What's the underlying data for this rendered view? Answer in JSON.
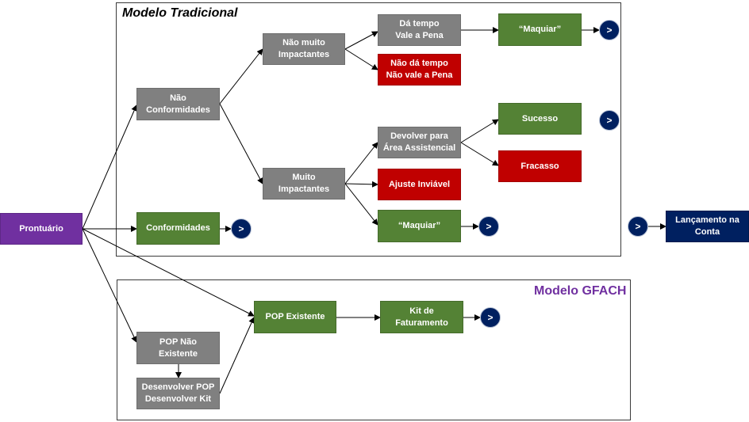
{
  "frames": {
    "traditional": {
      "title": "Modelo Tradicional",
      "title_color": "#000000"
    },
    "gfach": {
      "title": "Modelo GFACH",
      "title_color": "#7030a0"
    }
  },
  "nodes": {
    "prontuario": "Prontuário",
    "nao_conformidades": "Não\nConformidades",
    "conformidades": "Conformidades",
    "nao_muito_impactantes": "Não muito\nImpactantes",
    "muito_impactantes": "Muito\nImpactantes",
    "da_tempo": "Dá tempo\nVale a Pena",
    "nao_da_tempo": "Não dá tempo\nNão vale a Pena",
    "maquiar_top": "“Maquiar”",
    "devolver": "Devolver para\nÁrea Assistencial",
    "sucesso": "Sucesso",
    "fracasso": "Fracasso",
    "ajuste_inviavel": "Ajuste Inviável",
    "maquiar_bottom": "“Maquiar”",
    "lancamento": "Lançamento na\nConta",
    "pop_existente": "POP Existente",
    "kit_faturamento": "Kit de\nFaturamento",
    "pop_nao_existente": "POP Não\nExistente",
    "desenvolver": "Desenvolver POP\nDesenvolver Kit"
  },
  "connector_label": ">",
  "colors": {
    "gray": "#808080",
    "green": "#548235",
    "red": "#c00000",
    "purple": "#7030a0",
    "navy": "#002060"
  }
}
